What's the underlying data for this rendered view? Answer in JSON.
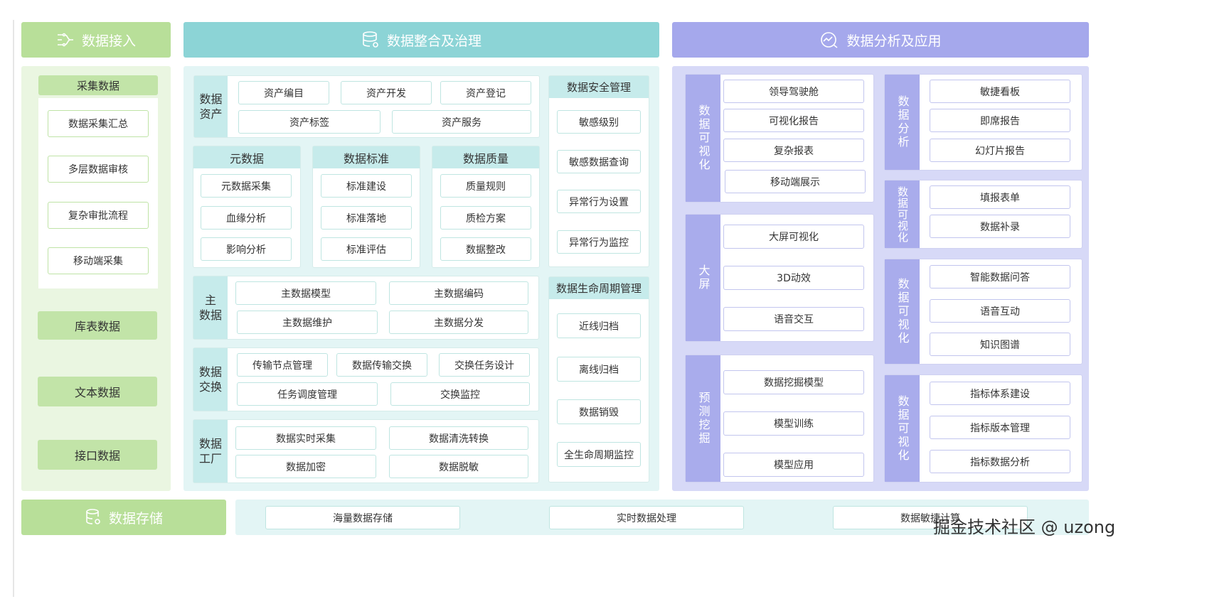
{
  "headers": {
    "access": "数据接入",
    "governance": "数据整合及治理",
    "analysis": "数据分析及应用",
    "storage": "数据存储"
  },
  "access": {
    "collect": {
      "title": "采集数据",
      "items": [
        "数据采集汇总",
        "多层数据审核",
        "复杂审批流程",
        "移动端采集"
      ]
    },
    "others": [
      "库表数据",
      "文本数据",
      "接口数据"
    ]
  },
  "governance": {
    "asset": {
      "label": [
        "数据",
        "资产"
      ],
      "row1": [
        "资产编目",
        "资产开发",
        "资产登记"
      ],
      "row2": [
        "资产标签",
        "资产服务"
      ]
    },
    "cols": [
      {
        "title": "元数据",
        "items": [
          "元数据采集",
          "血缘分析",
          "影响分析"
        ]
      },
      {
        "title": "数据标准",
        "items": [
          "标准建设",
          "标准落地",
          "标准评估"
        ]
      },
      {
        "title": "数据质量",
        "items": [
          "质量规则",
          "质检方案",
          "数据整改"
        ]
      }
    ],
    "master": {
      "label": [
        "主",
        "数据"
      ],
      "row1": [
        "主数据模型",
        "主数据编码"
      ],
      "row2": [
        "主数据维护",
        "主数据分发"
      ]
    },
    "exchange": {
      "label": [
        "数据",
        "交换"
      ],
      "row1": [
        "传输节点管理",
        "数据传输交换",
        "交换任务设计"
      ],
      "row2": [
        "任务调度管理",
        "交换监控"
      ]
    },
    "factory": {
      "label": [
        "数据",
        "工厂"
      ],
      "row1": [
        "数据实时采集",
        "数据清洗转换"
      ],
      "row2": [
        "数据加密",
        "数据脱敏"
      ]
    },
    "security": {
      "title": "数据安全管理",
      "items": [
        "敏感级别",
        "敏感数据查询",
        "异常行为设置",
        "异常行为监控"
      ]
    },
    "lifecycle": {
      "title": "数据生命周期管理",
      "items": [
        "近线归档",
        "离线归档",
        "数据销毁",
        "全生命周期监控"
      ]
    }
  },
  "analysis": {
    "left": [
      {
        "label": "数据可视化",
        "items": [
          "领导驾驶舱",
          "可视化报告",
          "复杂报表",
          "移动端展示"
        ]
      },
      {
        "label": "大屏",
        "items": [
          "大屏可视化",
          "3D动效",
          "语音交互"
        ]
      },
      {
        "label": "预测挖掘",
        "items": [
          "数据挖掘模型",
          "模型训练",
          "模型应用"
        ]
      }
    ],
    "right": [
      {
        "label": "数据分析",
        "items": [
          "敏捷看板",
          "即席报告",
          "幻灯片报告"
        ]
      },
      {
        "label": "数据可视化",
        "items": [
          "填报表单",
          "数据补录"
        ]
      },
      {
        "label": "数据可视化",
        "items": [
          "智能数据问答",
          "语音互动",
          "知识图谱"
        ]
      },
      {
        "label": "数据可视化",
        "items": [
          "指标体系建设",
          "指标版本管理",
          "指标数据分析"
        ]
      }
    ]
  },
  "storage": {
    "items": [
      "海量数据存储",
      "实时数据处理",
      "数据敏捷计算"
    ]
  },
  "watermark": "掘金技术社区 @ uzong",
  "colors": {
    "green": "#b8df99",
    "teal": "#8cd4d6",
    "purple": "#a5a8ec"
  }
}
